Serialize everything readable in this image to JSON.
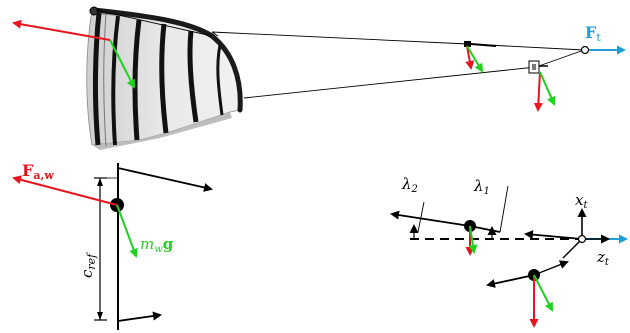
{
  "colors": {
    "tether_force": "#1e9fd8",
    "aero_force": "#e8141e",
    "gravity": "#1ed21e",
    "outline": "#000000",
    "kite_fill": "#dcdcdc"
  },
  "labels": {
    "tether_force": "F",
    "tether_force_sub": "t",
    "aero_force": "F",
    "aero_force_sub": "a,w",
    "weight": "m",
    "weight_sub": "w",
    "weight_g": "g",
    "chord": "c",
    "chord_sub": "ref",
    "lambda2": "λ",
    "lambda2_sub": "2",
    "lambda1": "λ",
    "lambda1_sub": "1",
    "x_axis": "x",
    "x_axis_sub": "t",
    "z_axis": "z",
    "z_axis_sub": "t"
  }
}
